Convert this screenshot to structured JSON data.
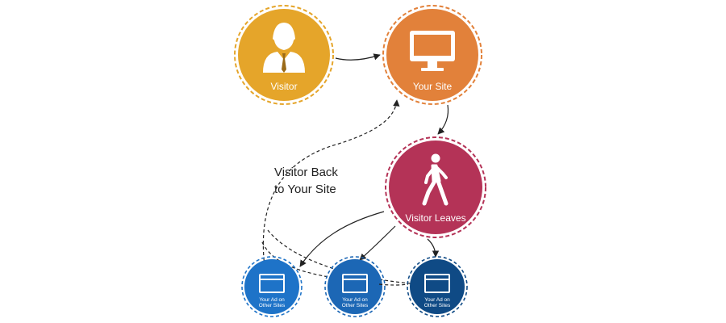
{
  "nodes": {
    "visitor": {
      "label": "Visitor",
      "color": "#E5A52A",
      "icon": "businessman-icon"
    },
    "your_site": {
      "label": "Your Site",
      "color": "#E2813A",
      "icon": "monitor-icon"
    },
    "leaves": {
      "label": "Visitor Leaves",
      "color": "#B43357",
      "icon": "walking-person-icon"
    },
    "ad_1": {
      "label": "Your Ad on Other Sites",
      "color": "#1E73C8",
      "icon": "browser-window-icon"
    },
    "ad_2": {
      "label": "Your Ad on Other Sites",
      "color": "#1C67B5",
      "icon": "browser-window-icon"
    },
    "ad_3": {
      "label": "Your Ad on Other Sites",
      "color": "#0F4A85",
      "icon": "browser-window-icon"
    }
  },
  "caption": {
    "line1": "Visitor Back",
    "line2": "to Your Site"
  }
}
